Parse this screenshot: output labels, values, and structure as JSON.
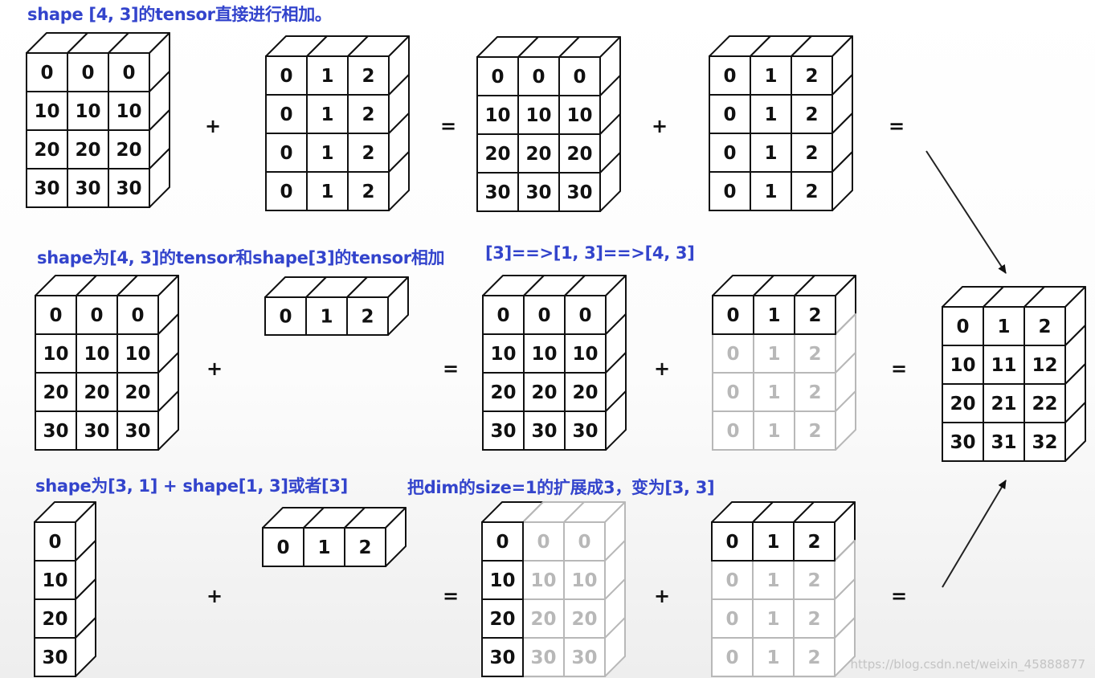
{
  "captions": {
    "row1": "shape [4, 3]的tensor直接进行相加。",
    "row2": "shape为[4, 3]的tensor和shape[3]的tensor相加",
    "row2_note": "[3]==>[1, 3]==>[4, 3]",
    "row3": "shape为[3, 1] + shape[1, 3]或者[3]",
    "row3_note": "把dim的size=1的扩展成3，变为[3, 3]"
  },
  "operators": {
    "plus": "+",
    "equals": "="
  },
  "colors": {
    "caption": "#3344cc",
    "ink": "#111111",
    "ghost": "#b8b8b8",
    "arrow": "#222222"
  },
  "tensors": {
    "r1a": {
      "rows": [
        [
          "0",
          "0",
          "0"
        ],
        [
          "10",
          "10",
          "10"
        ],
        [
          "20",
          "20",
          "20"
        ],
        [
          "30",
          "30",
          "30"
        ]
      ]
    },
    "r1b": {
      "rows": [
        [
          "0",
          "1",
          "2"
        ],
        [
          "0",
          "1",
          "2"
        ],
        [
          "0",
          "1",
          "2"
        ],
        [
          "0",
          "1",
          "2"
        ]
      ]
    },
    "r1c": {
      "rows": [
        [
          "0",
          "0",
          "0"
        ],
        [
          "10",
          "10",
          "10"
        ],
        [
          "20",
          "20",
          "20"
        ],
        [
          "30",
          "30",
          "30"
        ]
      ]
    },
    "r1d": {
      "rows": [
        [
          "0",
          "1",
          "2"
        ],
        [
          "0",
          "1",
          "2"
        ],
        [
          "0",
          "1",
          "2"
        ],
        [
          "0",
          "1",
          "2"
        ]
      ]
    },
    "r2a": {
      "rows": [
        [
          "0",
          "0",
          "0"
        ],
        [
          "10",
          "10",
          "10"
        ],
        [
          "20",
          "20",
          "20"
        ],
        [
          "30",
          "30",
          "30"
        ]
      ]
    },
    "r2b": {
      "rows": [
        [
          "0",
          "1",
          "2"
        ]
      ]
    },
    "r2c": {
      "rows": [
        [
          "0",
          "0",
          "0"
        ],
        [
          "10",
          "10",
          "10"
        ],
        [
          "20",
          "20",
          "20"
        ],
        [
          "30",
          "30",
          "30"
        ]
      ]
    },
    "r2d": {
      "rows": [
        [
          "0",
          "1",
          "2"
        ],
        [
          "0",
          "1",
          "2"
        ],
        [
          "0",
          "1",
          "2"
        ],
        [
          "0",
          "1",
          "2"
        ]
      ],
      "ghost_from_row": 1
    },
    "result": {
      "rows": [
        [
          "0",
          "1",
          "2"
        ],
        [
          "10",
          "11",
          "12"
        ],
        [
          "20",
          "21",
          "22"
        ],
        [
          "30",
          "31",
          "32"
        ]
      ]
    },
    "r3a": {
      "rows": [
        [
          "0"
        ],
        [
          "10"
        ],
        [
          "20"
        ],
        [
          "30"
        ]
      ]
    },
    "r3b": {
      "rows": [
        [
          "0",
          "1",
          "2"
        ]
      ]
    },
    "r3c": {
      "rows": [
        [
          "0",
          "0",
          "0"
        ],
        [
          "10",
          "10",
          "10"
        ],
        [
          "20",
          "20",
          "20"
        ],
        [
          "30",
          "30",
          "30"
        ]
      ],
      "ghost_from_col": 1
    },
    "r3d": {
      "rows": [
        [
          "0",
          "1",
          "2"
        ],
        [
          "0",
          "1",
          "2"
        ],
        [
          "0",
          "1",
          "2"
        ],
        [
          "0",
          "1",
          "2"
        ]
      ],
      "ghost_from_row": 1
    }
  },
  "watermark": "https://blog.csdn.net/weixin_45888877"
}
